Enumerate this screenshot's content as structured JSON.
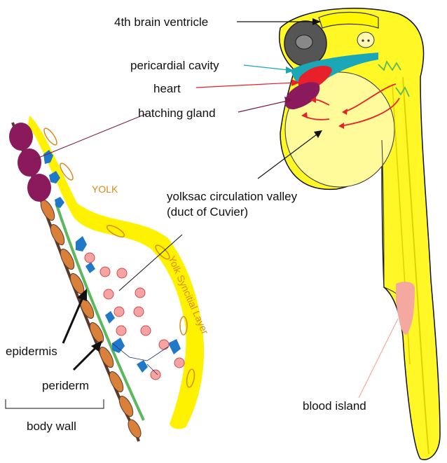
{
  "labels": {
    "ventricle": "4th brain ventricle",
    "pericardial": "pericardial cavity",
    "heart": "heart",
    "hatching": "hatching gland",
    "yolksac_line1": "yolksac circulation valley",
    "yolksac_line2": "(duct of Cuvier)",
    "yolk": "YOLK",
    "ysl": "Yolk Syncitial Layer",
    "epidermis": "epidermis",
    "periderm": "periderm",
    "body_wall": "body wall",
    "blood_island": "blood island"
  },
  "colors": {
    "yolk": "#fff200",
    "ysl_text": "#d98a1a",
    "pericardial": "#1aa7b8",
    "heart": "#e8202a",
    "hatching_gland": "#8b1a5c",
    "blood_cell": "#f5a3a3",
    "epidermis_cells": "#1f78c8",
    "periderm": "#d9803a",
    "green_layer": "#5cb85c",
    "blood_island": "#f5a8a0",
    "eye": "#555555"
  }
}
